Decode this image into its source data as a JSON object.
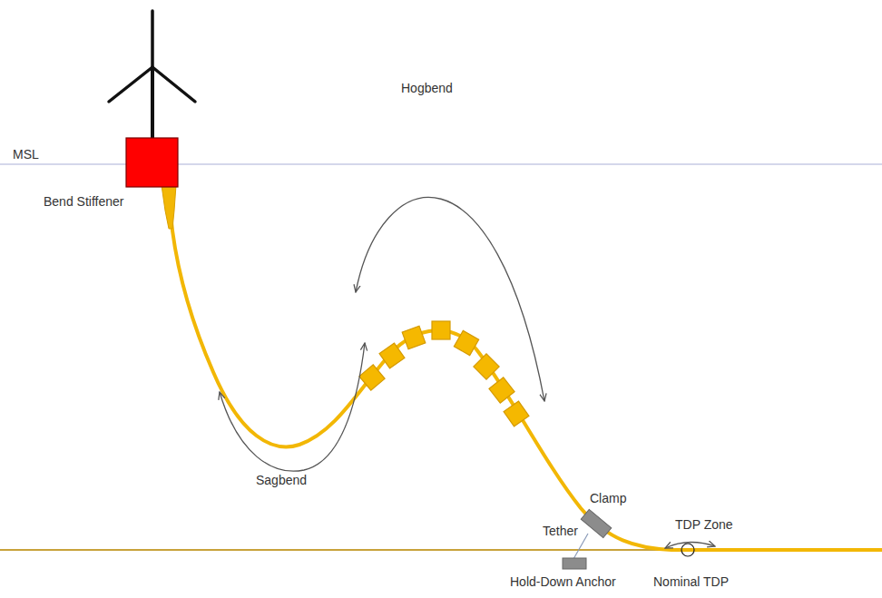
{
  "diagram": {
    "labels": [
      "MSL",
      "Bend Stiffener",
      "Hogbend",
      "Sagbend",
      "Clamp",
      "Tether",
      "TDP Zone",
      "Hold-Down Anchor",
      "Nominal TDP"
    ]
  }
}
